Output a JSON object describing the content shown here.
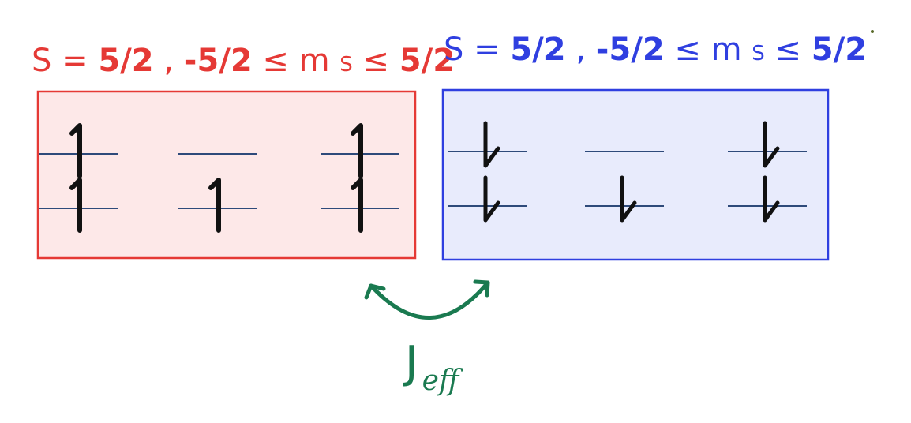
{
  "spin_labels": [
    {
      "s_symbol": "S",
      "eq": " = ",
      "s_value": "5/2",
      "sep": " ,",
      "lower": "-5/2",
      "rel1": " ≤ m",
      "sub": "S",
      "rel2": " ≤ ",
      "upper": "5/2",
      "color": "#e53935"
    },
    {
      "s_symbol": "S",
      "eq": " = ",
      "s_value": "5/2",
      "sep": " ,",
      "lower": "-5/2",
      "rel1": " ≤ m",
      "sub": "S",
      "rel2": " ≤ ",
      "upper": "5/2",
      "color": "#2f3fe0"
    }
  ],
  "ions": [
    {
      "fill": "#fde8e8",
      "stroke": "#e53935",
      "spin": "up",
      "top_row": [
        "up",
        "empty",
        "up"
      ],
      "bottom_row": [
        "up",
        "up",
        "up"
      ]
    },
    {
      "fill": "#e8ebfc",
      "stroke": "#2f3fe0",
      "spin": "down",
      "top_row": [
        "down",
        "empty",
        "down"
      ],
      "bottom_row": [
        "down",
        "down",
        "down"
      ]
    }
  ],
  "coupling": {
    "symbol": "J",
    "subscript": "eff",
    "color": "#1a7a50"
  },
  "colors": {
    "level_line": "#2e4a7a",
    "arrow": "#111111"
  }
}
